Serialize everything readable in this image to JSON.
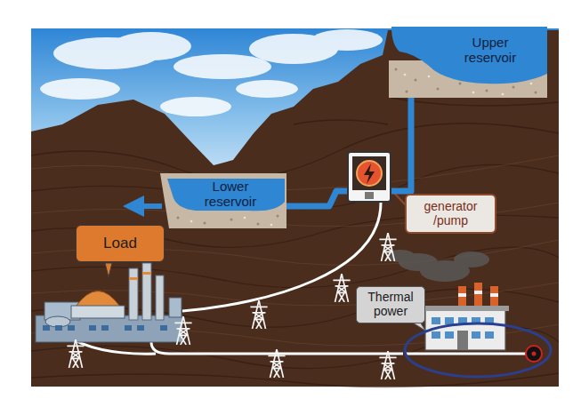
{
  "diagram": {
    "nodes": [
      {
        "text": [
          "Upper reservoir"
        ]
      },
      {
        "text": [
          "Lower reservoir"
        ]
      },
      {
        "text": [
          "generator /pump"
        ]
      },
      {
        "text": [
          "Load"
        ]
      },
      {
        "text": [
          "Thermal power"
        ]
      }
    ],
    "edges": [
      {
        "from": 0,
        "to": 2,
        "arrow": "none"
      },
      {
        "from": 2,
        "to": 1,
        "arrow": "none"
      },
      {
        "from": 2,
        "to": 3,
        "arrow": "none"
      },
      {
        "from": 4,
        "to": 3,
        "arrow": "none"
      }
    ]
  }
}
